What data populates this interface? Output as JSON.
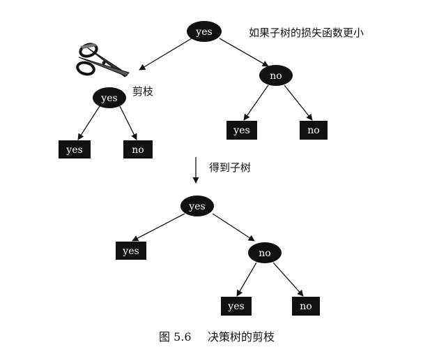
{
  "top_tree": {
    "root": "yes",
    "left_internal": "yes",
    "left_leaf_yes": "yes",
    "left_leaf_no": "no",
    "right_internal": "no",
    "right_leaf_yes": "yes",
    "right_leaf_no": "no"
  },
  "annotations": {
    "condition": "如果子树的损失函数更小",
    "prune": "剪枝",
    "result": "得到子树"
  },
  "bottom_tree": {
    "root": "yes",
    "left_leaf": "yes",
    "right_internal": "no",
    "right_leaf_yes": "yes",
    "right_leaf_no": "no"
  },
  "caption": {
    "figure_number": "图 5.6",
    "title": "决策树的剪枝"
  },
  "colors": {
    "node_fill": "#111111",
    "node_text": "#ffffff",
    "line": "#111111"
  },
  "icons": [
    "scissors-icon"
  ]
}
